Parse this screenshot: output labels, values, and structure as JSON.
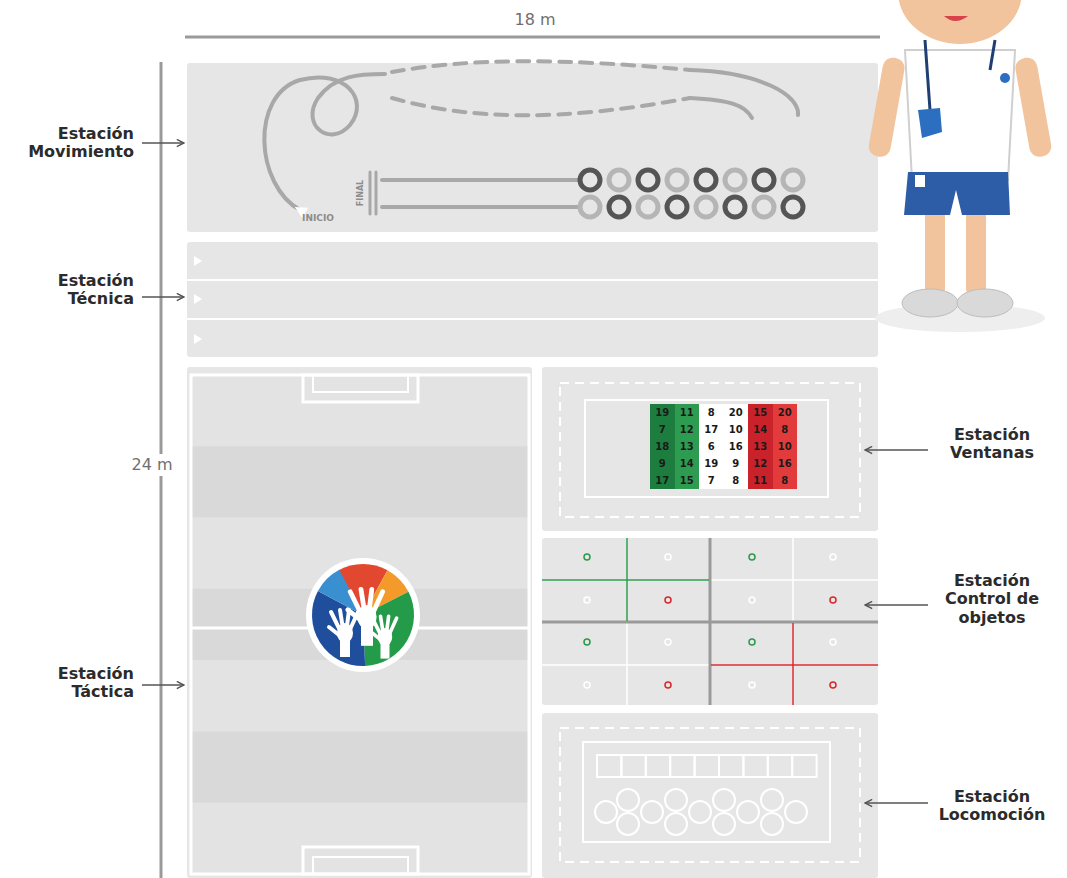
{
  "diagram": {
    "nodes": [
      {
        "text": [
          "Estación Movimiento"
        ]
      },
      {
        "text": [
          "Estación Técnica"
        ]
      },
      {
        "text": [
          "Estación Táctica"
        ]
      },
      {
        "text": [
          "Estación Ventanas"
        ]
      },
      {
        "text": [
          "19"
        ],
        "in": 3
      },
      {
        "text": [
          "11"
        ],
        "in": 3
      },
      {
        "text": [
          "8"
        ],
        "in": 3
      },
      {
        "text": [
          "20"
        ],
        "in": 3
      },
      {
        "text": [
          "15"
        ],
        "in": 3
      },
      {
        "text": [
          "20"
        ],
        "in": 3
      },
      {
        "text": [
          "7"
        ],
        "in": 3
      },
      {
        "text": [
          "12"
        ],
        "in": 3
      },
      {
        "text": [
          "17"
        ],
        "in": 3
      },
      {
        "text": [
          "10"
        ],
        "in": 3
      },
      {
        "text": [
          "14"
        ],
        "in": 3
      },
      {
        "text": [
          "8"
        ],
        "in": 3
      },
      {
        "text": [
          "18"
        ],
        "in": 3
      },
      {
        "text": [
          "13"
        ],
        "in": 3
      },
      {
        "text": [
          "6"
        ],
        "in": 3
      },
      {
        "text": [
          "16"
        ],
        "in": 3
      },
      {
        "text": [
          "13"
        ],
        "in": 3
      },
      {
        "text": [
          "10"
        ],
        "in": 3
      },
      {
        "text": [
          "9"
        ],
        "in": 3
      },
      {
        "text": [
          "14"
        ],
        "in": 3
      },
      {
        "text": [
          "19"
        ],
        "in": 3
      },
      {
        "text": [
          "9"
        ],
        "in": 3
      },
      {
        "text": [
          "12"
        ],
        "in": 3
      },
      {
        "text": [
          "16"
        ],
        "in": 3
      },
      {
        "text": [
          "17"
        ],
        "in": 3
      },
      {
        "text": [
          "15"
        ],
        "in": 3
      },
      {
        "text": [
          "7"
        ],
        "in": 3
      },
      {
        "text": [
          "8"
        ],
        "in": 3
      },
      {
        "text": [
          "11"
        ],
        "in": 3
      },
      {
        "text": [
          "8"
        ],
        "in": 3
      },
      {
        "text": [
          "Estación Control de objetos"
        ]
      },
      {
        "text": [
          "Estación Locomoción"
        ]
      }
    ],
    "labels": [
      "18 m",
      "24 m",
      "INICIO",
      "FINAL"
    ]
  }
}
